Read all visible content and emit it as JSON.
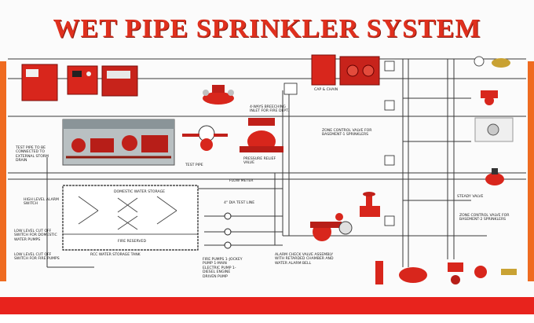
{
  "title": "WET PIPE SPRINKLER SYSTEM",
  "labels": {
    "drain_note": "TEST PIPE TO BE CONNECTED TO EXTERNAL STORM DRAIN",
    "test_pipe": "TEST PIPE",
    "high_level_switch": "HIGH LEVEL ALARM SWITCH",
    "low_level_domestic": "LOW LEVEL CUT OFF SWITCH FOR DOMESTIC WATER PUMPS",
    "low_level_fire": "LOW LEVEL CUT OFF SWITCH FOR FIRE PUMPS",
    "domestic_storage": "DOMESTIC WATER STORAGE",
    "fire_reserved": "FIRE RESERVED",
    "storage_tank": "RCC WATER STORAGE TANK",
    "breeching_inlet": "4-WAYS BREECHING INLET FOR FIRE DEPT.",
    "pressure_relief": "PRESSURE RELIEF VALVE",
    "flow_meter": "FLOW METER",
    "test_line": "4\" DIA TEST LINE",
    "fire_pumps": "FIRE PUMPS 1-JOCKEY PUMP 1-MAIN ELECTRIC PUMP 1-DIESEL ENGINE DRIVEN PUMP",
    "alarm_check_valve": "ALARM CHECK VALVE ASSEMBLY WITH RETARDED CHAMBER AND WATER ALARM BELL",
    "cap_chain": "CAP & CHAIN",
    "zone_control_basement1": "ZONE CONTROL VALVE FOR BASEMENT-1 SPRINKLERS",
    "zone_control_basement2": "ZONE CONTROL VALVE FOR BASEMENT-2 SPRINKLERS",
    "steady_valve": "STEADY VALVE"
  },
  "colors": {
    "title": "#e0301e",
    "accent_bar": "#ef6b20",
    "bottom_band": "#e8231d",
    "equipment_red": "#d8261c",
    "pipe_line": "#3a3a3a"
  }
}
